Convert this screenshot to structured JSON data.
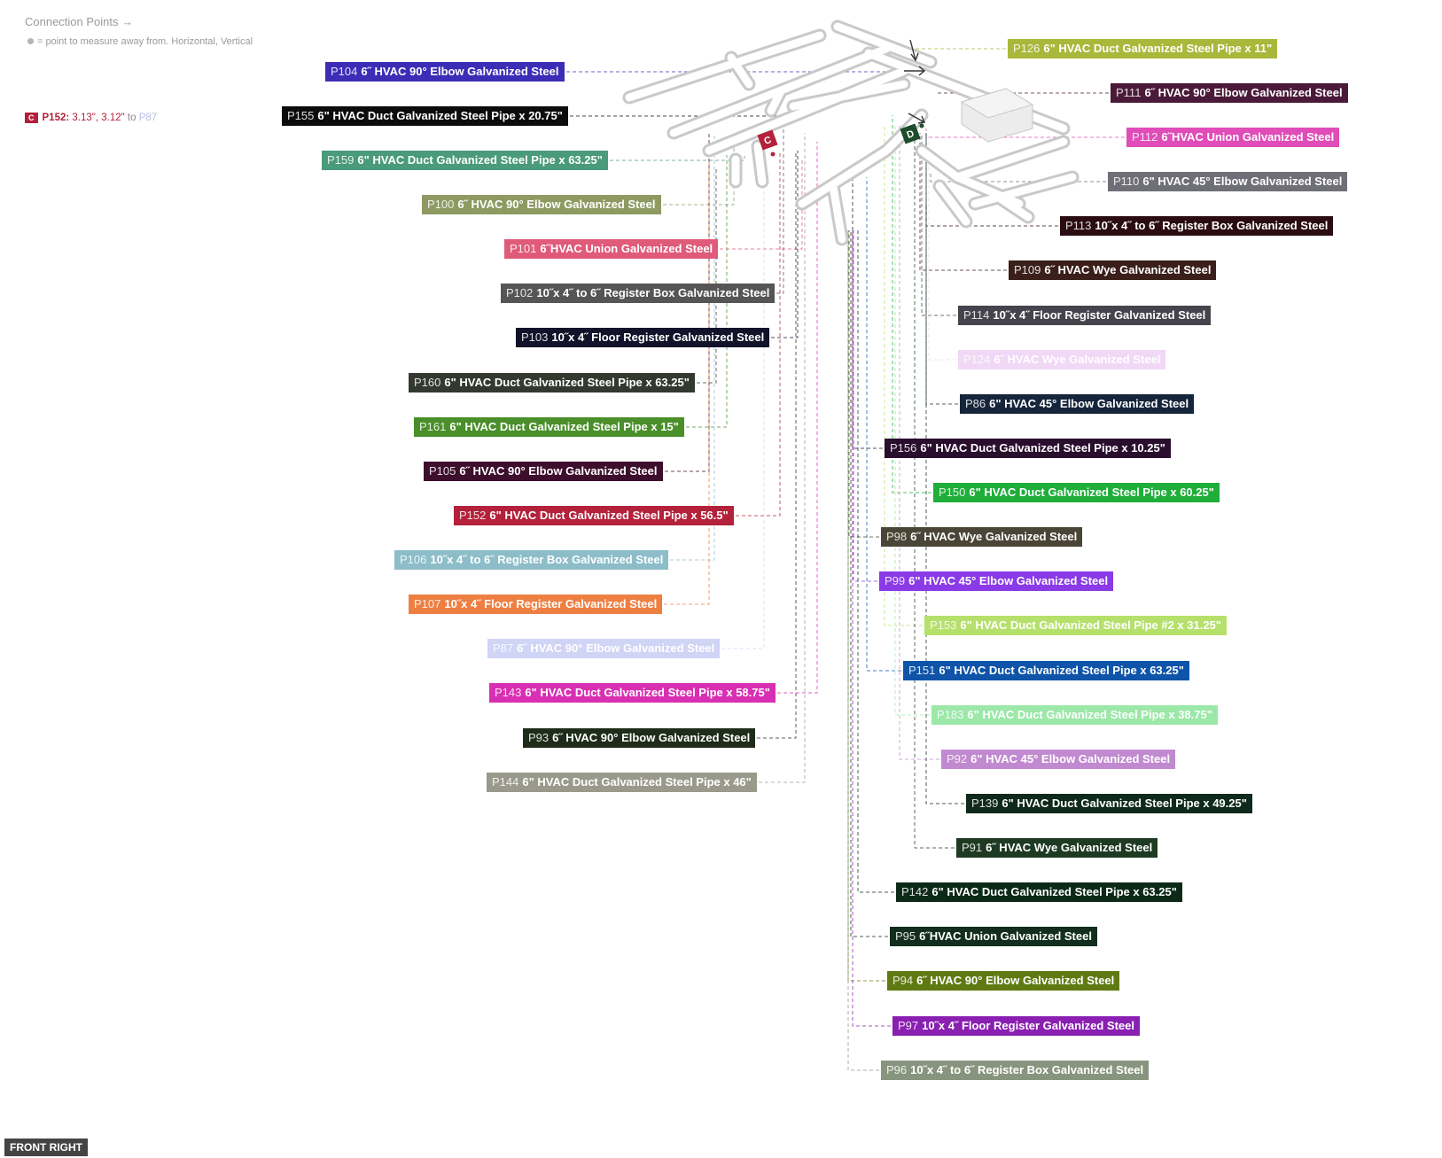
{
  "legend": {
    "title": "Connection Points →",
    "note": "= point to measure away from. Horizontal, Vertical"
  },
  "connection_point": {
    "badge": "C",
    "part": "P152:",
    "values": "3.13\", 3.12\"",
    "to_word": "to",
    "target": "P87"
  },
  "markers": [
    {
      "letter": "C",
      "color": "#b3213a"
    },
    {
      "letter": "D",
      "color": "#1e4d2b"
    }
  ],
  "view_label": "FRONT RIGHT",
  "parts_left": [
    {
      "id": "P104",
      "name": "6˝ HVAC 90° Elbow Galvanized Steel",
      "color": "#3b2db5"
    },
    {
      "id": "P155",
      "name": "6\" HVAC Duct Galvanized Steel Pipe x 20.75\"",
      "color": "#0c0c0c"
    },
    {
      "id": "P159",
      "name": "6\" HVAC Duct Galvanized Steel Pipe x 63.25\"",
      "color": "#4a9a7c"
    },
    {
      "id": "P100",
      "name": "6˝ HVAC 90° Elbow Galvanized Steel",
      "color": "#8e9a62"
    },
    {
      "id": "P101",
      "name": "6˝HVAC Union Galvanized Steel",
      "color": "#e05a7a"
    },
    {
      "id": "P102",
      "name": "10˝x 4˝ to 6˝ Register Box Galvanized Steel",
      "color": "#555555"
    },
    {
      "id": "P103",
      "name": "10˝x 4˝ Floor Register Galvanized Steel",
      "color": "#12122a"
    },
    {
      "id": "P160",
      "name": "6\" HVAC Duct Galvanized Steel Pipe x 63.25\"",
      "color": "#34392f"
    },
    {
      "id": "P161",
      "name": "6\" HVAC Duct Galvanized Steel Pipe x 15\"",
      "color": "#4a8f2a"
    },
    {
      "id": "P105",
      "name": "6˝ HVAC 90° Elbow Galvanized Steel",
      "color": "#3d0f2d"
    },
    {
      "id": "P152",
      "name": "6\" HVAC Duct Galvanized Steel Pipe x 56.5\"",
      "color": "#b3213a"
    },
    {
      "id": "P106",
      "name": "10˝x 4˝ to 6˝ Register Box Galvanized Steel",
      "color": "#8cbdc9"
    },
    {
      "id": "P107",
      "name": "10˝x 4˝ Floor Register Galvanized Steel",
      "color": "#ee7f42"
    },
    {
      "id": "P87",
      "name": "6˝ HVAC 90° Elbow Galvanized Steel",
      "color": "#d0d4f5"
    },
    {
      "id": "P143",
      "name": "6\" HVAC Duct Galvanized Steel Pipe x 58.75\"",
      "color": "#d92fb2"
    },
    {
      "id": "P93",
      "name": "6˝ HVAC 90° Elbow Galvanized Steel",
      "color": "#1f2c1a"
    },
    {
      "id": "P144",
      "name": "6\" HVAC Duct Galvanized Steel Pipe x 46\"",
      "color": "#9a9a8c"
    }
  ],
  "parts_right": [
    {
      "id": "P126",
      "name": "6\" HVAC Duct Galvanized Steel Pipe x 11\"",
      "color": "#a9b83a"
    },
    {
      "id": "P111",
      "name": "6˝ HVAC 90° Elbow Galvanized Steel",
      "color": "#4a1a38"
    },
    {
      "id": "P112",
      "name": "6˝HVAC Union Galvanized Steel",
      "color": "#e04cb8"
    },
    {
      "id": "P110",
      "name": "6\" HVAC 45° Elbow Galvanized Steel",
      "color": "#6f6f78"
    },
    {
      "id": "P113",
      "name": "10˝x 4˝ to 6˝ Register Box Galvanized Steel",
      "color": "#2a0c12"
    },
    {
      "id": "P109",
      "name": "6˝ HVAC Wye Galvanized Steel",
      "color": "#3a1f1a"
    },
    {
      "id": "P114",
      "name": "10˝x 4˝ Floor Register Galvanized Steel",
      "color": "#46434c"
    },
    {
      "id": "P124",
      "name": "6˝ HVAC Wye Galvanized Steel",
      "color": "#f1d8f6"
    },
    {
      "id": "P86",
      "name": "6\" HVAC 45° Elbow Galvanized Steel",
      "color": "#15253a"
    },
    {
      "id": "P156",
      "name": "6\" HVAC Duct Galvanized Steel Pipe x 10.25\"",
      "color": "#2a0e2e"
    },
    {
      "id": "P150",
      "name": "6\" HVAC Duct Galvanized Steel Pipe x 60.25\"",
      "color": "#1fae3a"
    },
    {
      "id": "P98",
      "name": "6˝ HVAC Wye Galvanized Steel",
      "color": "#4a4536"
    },
    {
      "id": "P99",
      "name": "6\" HVAC 45° Elbow Galvanized Steel",
      "color": "#8a3ae6"
    },
    {
      "id": "P153",
      "name": "6\" HVAC Duct Galvanized Steel Pipe #2 x 31.25\"",
      "color": "#b6e06c"
    },
    {
      "id": "P151",
      "name": "6\" HVAC Duct Galvanized Steel Pipe x 63.25\"",
      "color": "#0f54a8"
    },
    {
      "id": "P183",
      "name": "6\" HVAC Duct Galvanized Steel Pipe x 38.75\"",
      "color": "#9be8a8"
    },
    {
      "id": "P92",
      "name": "6\" HVAC 45° Elbow Galvanized Steel",
      "color": "#c18ad0"
    },
    {
      "id": "P139",
      "name": "6\" HVAC Duct Galvanized Steel Pipe x 49.25\"",
      "color": "#0f2a1c"
    },
    {
      "id": "P91",
      "name": "6˝ HVAC Wye Galvanized Steel",
      "color": "#1f3a22"
    },
    {
      "id": "P142",
      "name": "6\" HVAC Duct Galvanized Steel Pipe x 63.25\"",
      "color": "#0d2a18"
    },
    {
      "id": "P95",
      "name": "6˝HVAC Union Galvanized Steel",
      "color": "#132e1e"
    },
    {
      "id": "P94",
      "name": "6˝ HVAC 90° Elbow Galvanized Steel",
      "color": "#5f7a12"
    },
    {
      "id": "P97",
      "name": "10˝x 4˝ Floor Register Galvanized Steel",
      "color": "#8a1fb2"
    },
    {
      "id": "P96",
      "name": "10˝x 4˝ to 6˝ Register Box Galvanized Steel",
      "color": "#88957e"
    }
  ]
}
